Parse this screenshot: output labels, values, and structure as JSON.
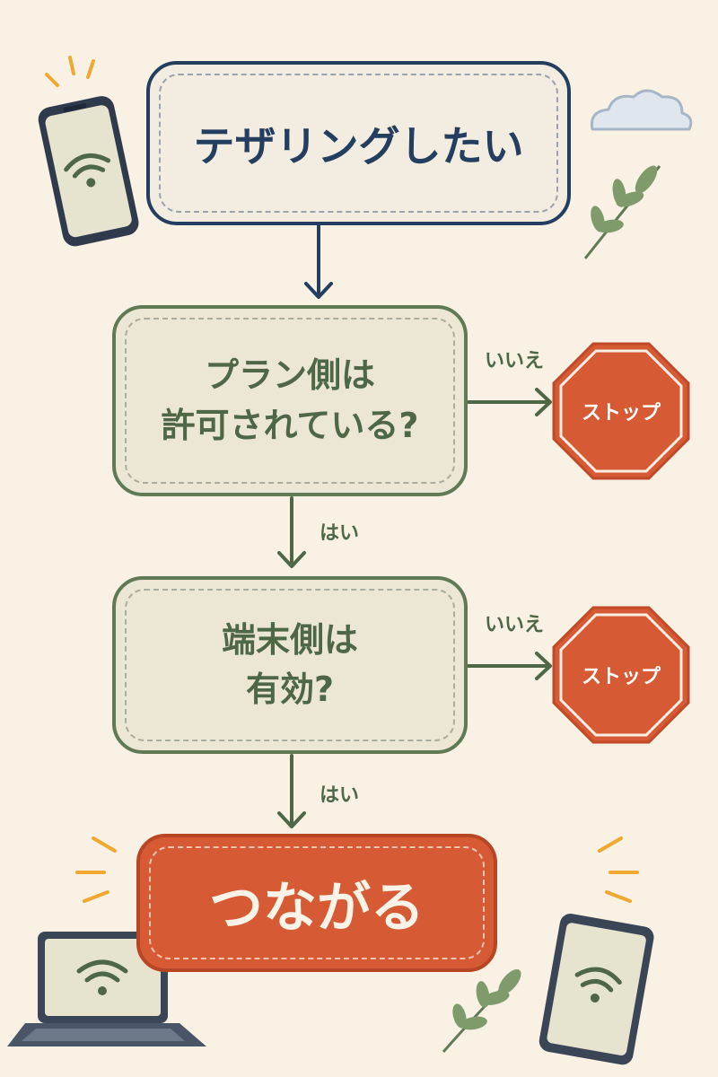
{
  "nodes": {
    "start": "テザリングしたい",
    "q1_line1": "プラン側は",
    "q1_line2": "許可されている?",
    "q2_line1": "端末側は",
    "q2_line2": "有効?",
    "end": "つながる"
  },
  "edges": {
    "q1_no": "いいえ",
    "q1_yes": "はい",
    "q2_no": "いいえ",
    "q2_yes": "はい"
  },
  "stops": {
    "stop1": "ストップ",
    "stop2": "ストップ"
  },
  "icons": [
    "smartphone-wifi-icon",
    "cloud-icon",
    "leaf-branch-icon",
    "stop-sign-icon",
    "laptop-wifi-icon",
    "tablet-wifi-icon"
  ],
  "colors": {
    "background": "#f8f1e4",
    "navy": "#243e5f",
    "green": "#5f7a55",
    "red": "#d65a34",
    "accent_yellow": "#f0a830"
  }
}
